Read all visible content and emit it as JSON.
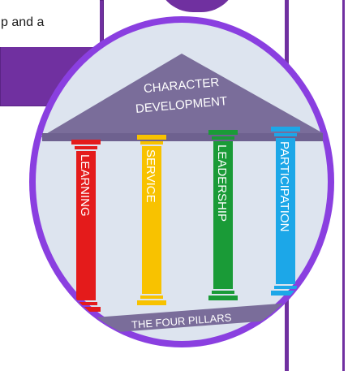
{
  "banner": {
    "text": "p and a"
  },
  "pillars_graphic": {
    "roof_line_1": "CHARACTER",
    "roof_line_2": "DEVELOPMENT",
    "base_label": "THE FOUR PILLARS",
    "pillars": [
      {
        "label": "LEARNING",
        "color": "#e41b1b"
      },
      {
        "label": "SERVICE",
        "color": "#f8c200"
      },
      {
        "label": "LEADERSHIP",
        "color": "#1a9b37"
      },
      {
        "label": "PARTICIPATION",
        "color": "#1ca7e8"
      }
    ],
    "roof_color": "#7a6d9a",
    "ring_color": "#8a3fe0",
    "background_color": "#dde4ef"
  }
}
